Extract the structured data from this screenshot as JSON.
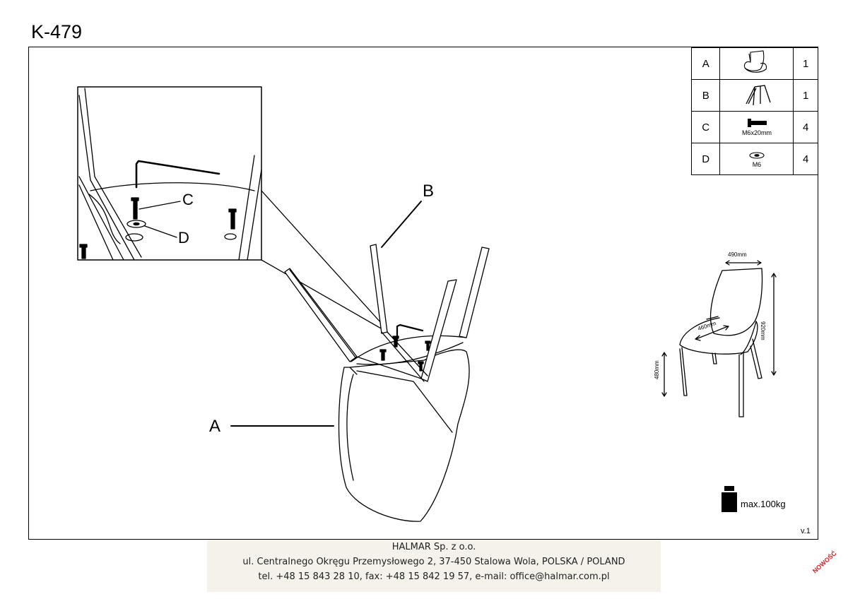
{
  "document": {
    "title": "K-479",
    "version": "v.1"
  },
  "parts_table": [
    {
      "letter": "A",
      "icon": "chair-seat-icon",
      "spec": "",
      "qty": "1"
    },
    {
      "letter": "B",
      "icon": "chair-legs-icon",
      "spec": "",
      "qty": "1"
    },
    {
      "letter": "C",
      "icon": "bolt-icon",
      "spec": "M6x20mm",
      "qty": "4"
    },
    {
      "letter": "D",
      "icon": "washer-icon",
      "spec": "M6",
      "qty": "4"
    }
  ],
  "callouts": {
    "a": "A",
    "b": "B",
    "c": "C",
    "d": "D"
  },
  "dimensions": {
    "width": "490mm",
    "depth": "460mm",
    "height": "920mm",
    "seat_height": "480mm"
  },
  "max_load": "max.100kg",
  "footer": {
    "company": "HALMAR Sp. z o.o.",
    "address": "ul. Centralnego Okręgu Przemysłowego 2, 37-450 Stalowa Wola, POLSKA / POLAND",
    "contact": "tel. +48 15 843 28 10, fax: +48 15 842 19 57, e-mail: office@halmar.com.pl"
  },
  "badge": "NOWOŚĆ",
  "colors": {
    "badge": "#d5202a",
    "footer_bg": "#f4f2ea"
  }
}
